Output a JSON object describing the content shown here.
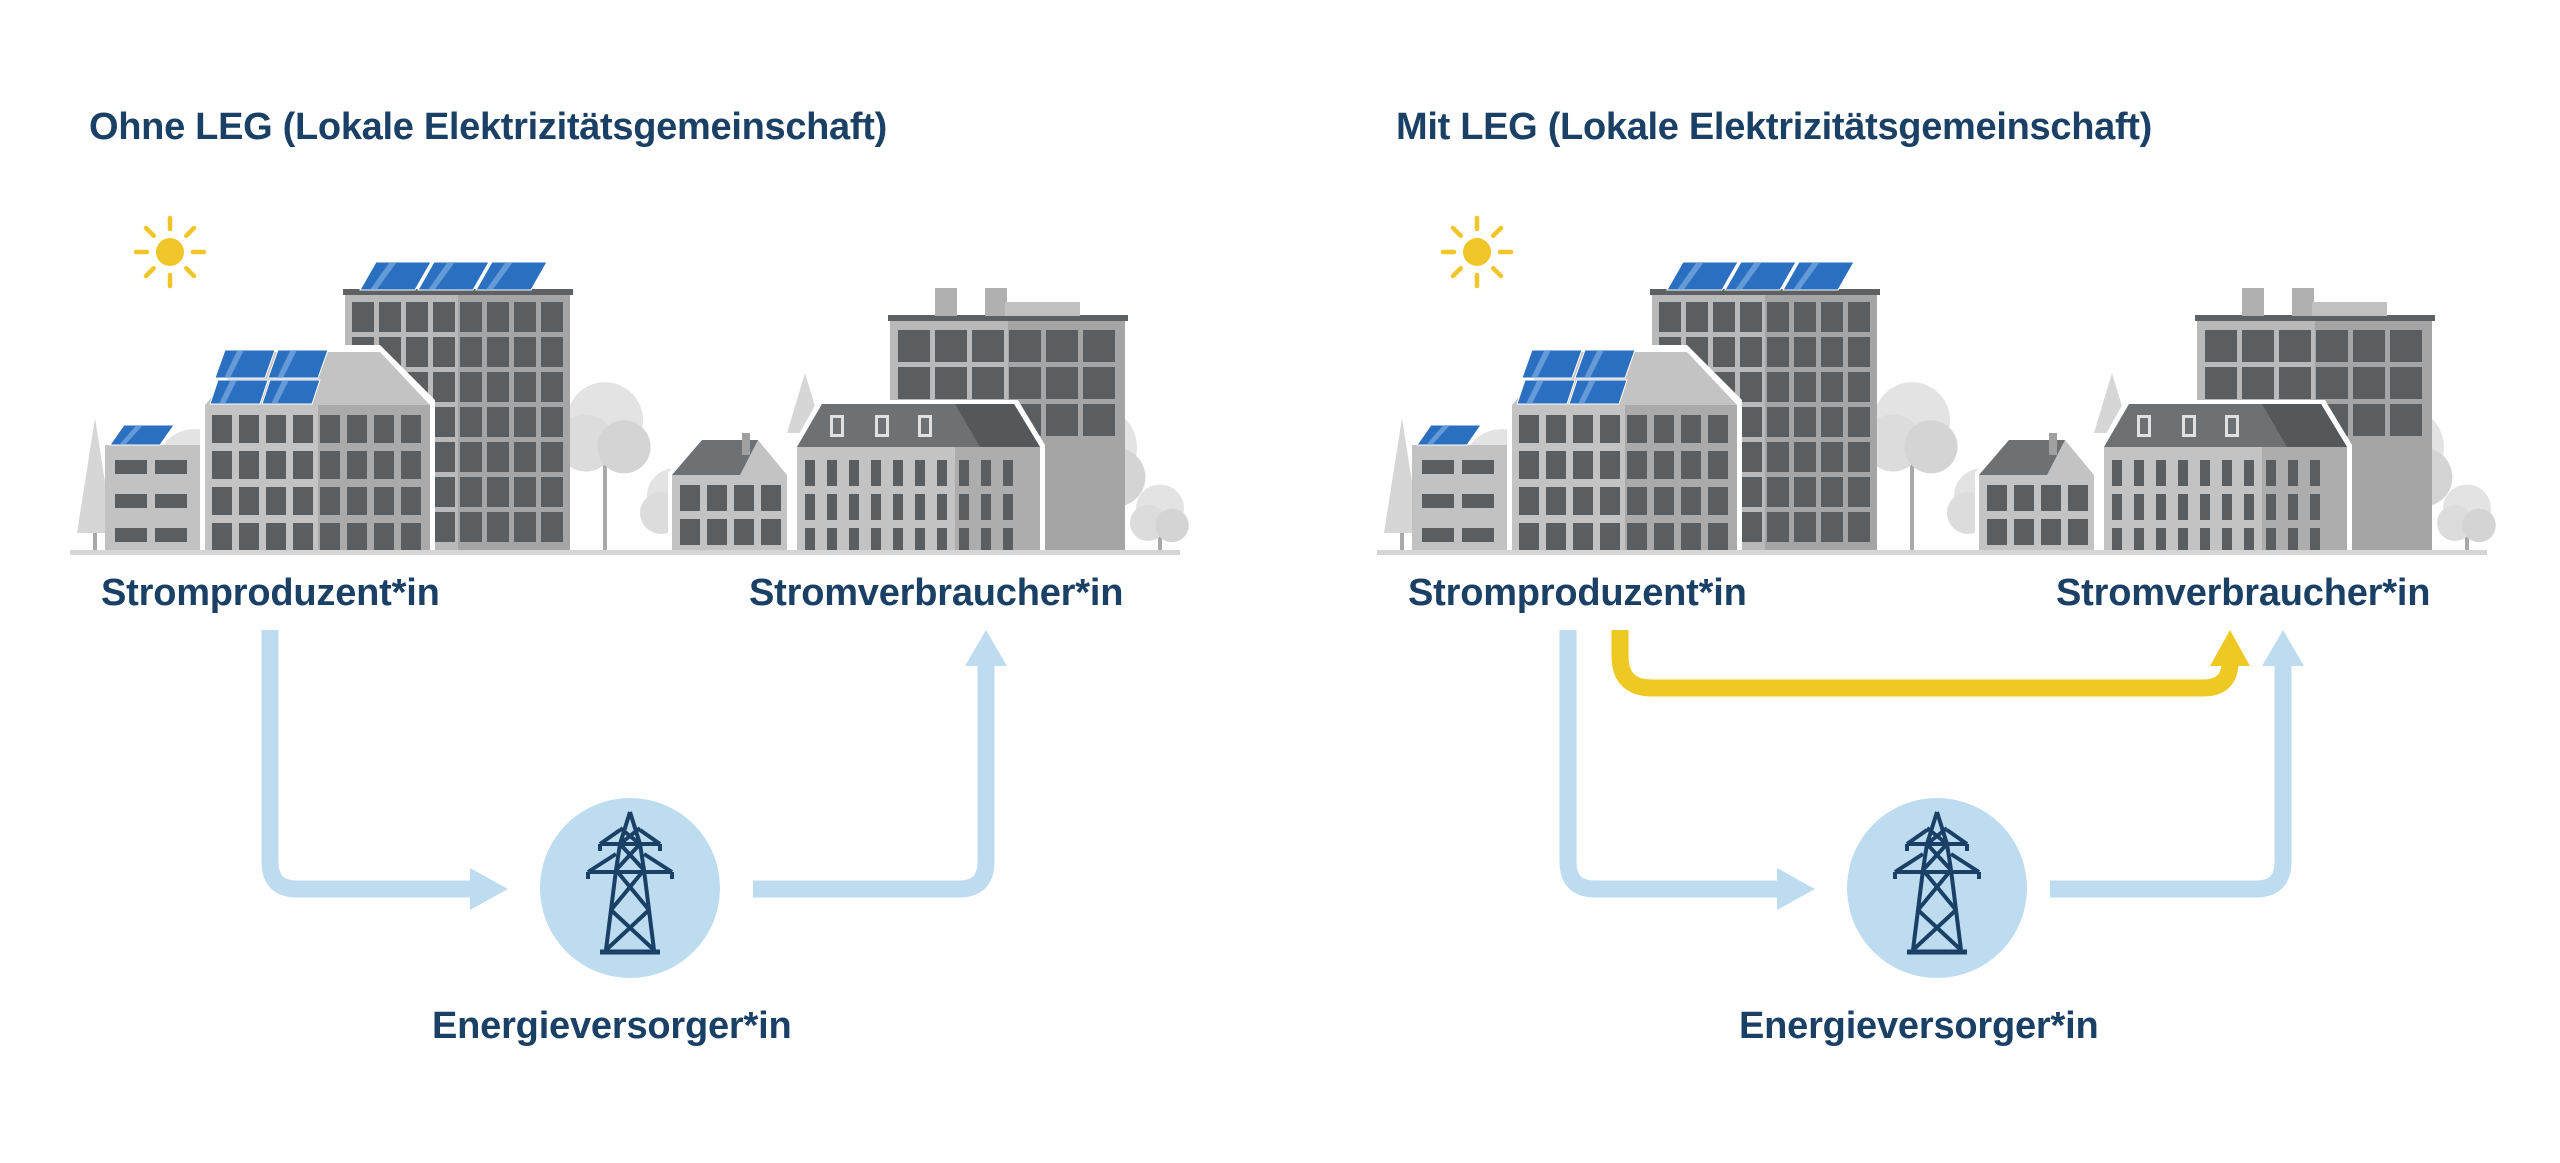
{
  "panels": [
    {
      "id": "ohne-leg",
      "title": "Ohne LEG (Lokale Elektrizitätsgemeinschaft)",
      "producer_label": "Stromproduzent*in",
      "consumer_label": "Stromverbraucher*in",
      "supplier_label": "Energieversorger*in",
      "direct_flow": false
    },
    {
      "id": "mit-leg",
      "title": "Mit LEG (Lokale Elektrizitätsgemeinschaft)",
      "producer_label": "Stromproduzent*in",
      "consumer_label": "Stromverbraucher*in",
      "supplier_label": "Energieversorger*in",
      "direct_flow": true
    }
  ],
  "icons": {
    "sun": "sun-icon",
    "supplier": "power-pylon-icon"
  },
  "colors": {
    "text": "#1a4066",
    "grid_flow": "#bedcf0",
    "local_flow": "#efc923",
    "sun": "#f0c52a",
    "solar_panel": "#2a6fc0",
    "pylon": "#1a4066"
  }
}
